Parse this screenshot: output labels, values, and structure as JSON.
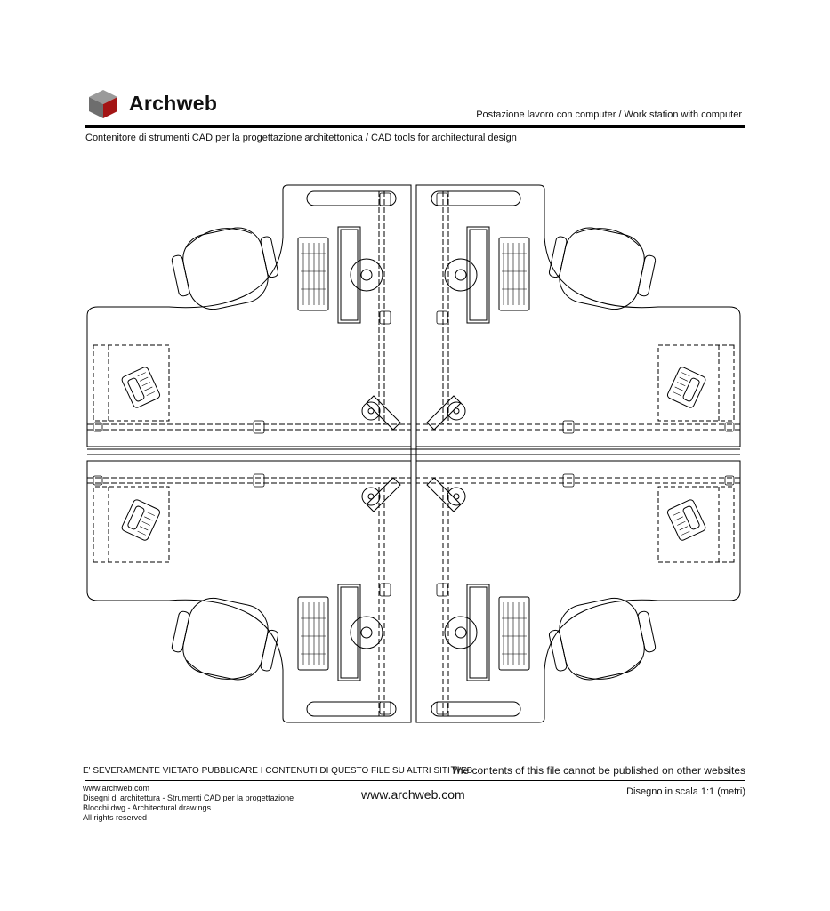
{
  "header": {
    "brand": "Archweb",
    "title_right": "Postazione lavoro con computer  /  Work station with computer",
    "subtitle": "Contenitore di strumenti CAD per la progettazione architettonica  /  CAD tools for architectural design",
    "logo_colors": {
      "top": "#9a9a9a",
      "left": "#6e6e6e",
      "right": "#a31515"
    }
  },
  "drawing": {
    "description_icon": "workstation-plan-icon",
    "line_color": "#000000"
  },
  "footer": {
    "warning_it": "E' SEVERAMENTE VIETATO PUBBLICARE I CONTENUTI DI QUESTO FILE SU ALTRI SITI WEB",
    "warning_en": "The contents of this file cannot be published on other websites",
    "left_lines": [
      "www.archweb.com",
      "Disegni di architettura - Strumenti CAD  per la progettazione",
      "Blocchi dwg - Architectural drawings",
      "All rights reserved"
    ],
    "center_url": "www.archweb.com",
    "scale_note": "Disegno in scala 1:1 (metri)"
  }
}
